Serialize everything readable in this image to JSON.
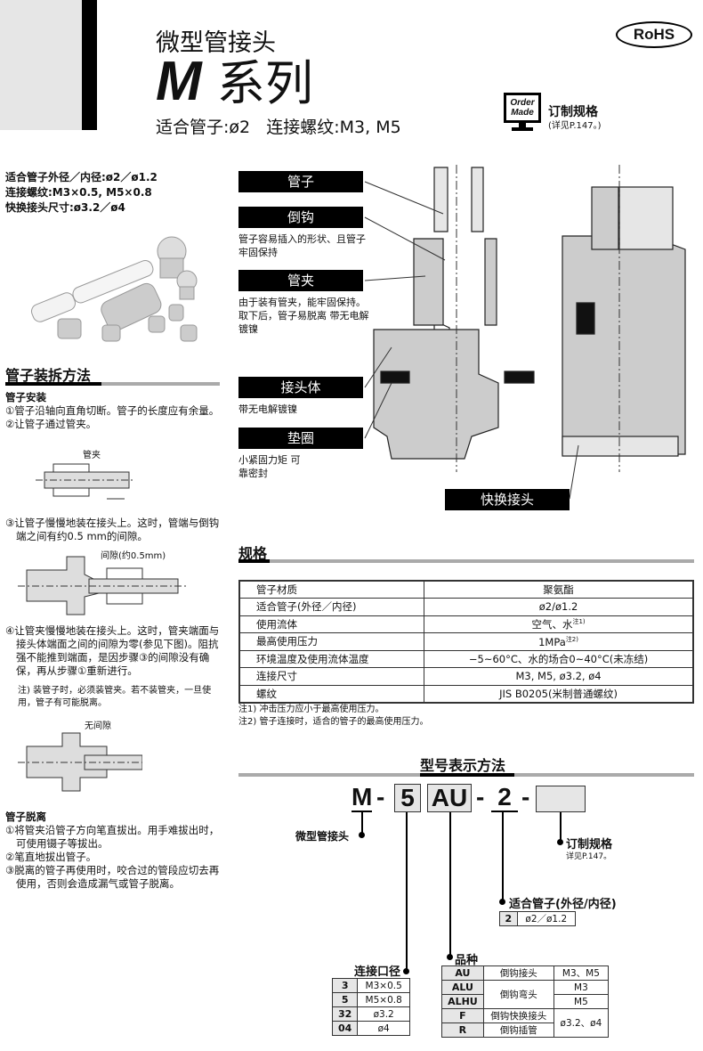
{
  "header": {
    "category": "微型管接头",
    "series_letter": "M",
    "series_word": "系列",
    "subtitle_tube": "适合管子:ø2",
    "subtitle_thread": "连接螺纹:M3, M5",
    "rohs": "RoHS",
    "order_made_logo": "Order Made",
    "order_made_label": "订制规格",
    "order_made_ref": "(详见P.147。)"
  },
  "summary": [
    "适合管子外径／内径:ø2／ø1.2",
    "连接螺纹:M3×0.5, M5×0.8",
    "快换接头尺寸:ø3.2／ø4"
  ],
  "install": {
    "title": "管子装拆方法",
    "mount_heading": "管子安装",
    "steps": [
      "①管子沿轴向直角切断。管子的长度应有余量。",
      "②让管子通过管夹。",
      "③让管子慢慢地装在接头上。这时，管端与倒钩端之间有约0.5 mm的间隙。",
      "④让管夹慢慢地装在接头上。这时，管夹端面与接头体端面之间的间隙为零(参见下图)。阻抗强不能推到端面，是因步骤③的间隙没有确保，再从步骤①重新进行。"
    ],
    "note": "注) 装管子时，必须装管夹。若不装管夹，一旦使用，管子有可能脱离。",
    "fig1_label": "管夹",
    "fig2_label": "间隙(约0.5mm)",
    "fig3_label": "无间隙",
    "remove_heading": "管子脱离",
    "remove_steps": [
      "①将管夹沿管子方向笔直拔出。用手难拔出时，可使用镊子等拔出。",
      "②笔直地拔出管子。",
      "③脱离的管子再使用时，咬合过的管段应切去再使用，否则会造成漏气或管子脱离。"
    ]
  },
  "diagram": {
    "labels": [
      {
        "name": "管子",
        "desc": ""
      },
      {
        "name": "倒钩",
        "desc": "管子容易插入的形状、且管子牢固保持"
      },
      {
        "name": "管夹",
        "desc": "由于装有管夹，能牢固保持。取下后，管子易脱离 带无电解镀镍"
      },
      {
        "name": "接头体",
        "desc": "带无电解镀镍"
      },
      {
        "name": "垫圈",
        "desc": "小紧固力矩 可靠密封"
      }
    ],
    "quick": "快换接头"
  },
  "specs": {
    "title": "规格",
    "rows": [
      [
        "管子材质",
        "聚氨酯",
        ""
      ],
      [
        "适合管子(外径／内径)",
        "ø2/ø1.2",
        ""
      ],
      [
        "使用流体",
        "空气、水",
        "注1)"
      ],
      [
        "最高使用压力",
        "1MPa",
        "注2)"
      ],
      [
        "环境温度及使用流体温度",
        "−5~60°C、水的场合0~40°C(未冻结)",
        ""
      ],
      [
        "连接尺寸",
        "M3, M5, ø3.2, ø4",
        ""
      ],
      [
        "螺纹",
        "JIS B0205(米制普通螺纹)",
        ""
      ]
    ],
    "notes": [
      "注1) 冲击压力应小于最高使用压力。",
      "注2) 管子连接时，适合的管子的最高使用压力。"
    ]
  },
  "ordering": {
    "title": "型号表示方法",
    "code": [
      "M",
      "-",
      "5",
      "AU",
      "-",
      "2",
      "-"
    ],
    "m_label": "微型管接头",
    "order_label": "订制规格",
    "order_ref": "详见P.147。",
    "tube_label": "适合管子(外径/内径)",
    "tube_rows": [
      [
        "2",
        "ø2／ø1.2"
      ]
    ],
    "port_label": "连接口径",
    "port_rows": [
      [
        "3",
        "M3×0.5"
      ],
      [
        "5",
        "M5×0.8"
      ],
      [
        "32",
        "ø3.2"
      ],
      [
        "04",
        "ø4"
      ]
    ],
    "type_label": "品种",
    "type_rows": [
      [
        "AU",
        "倒钩接头",
        "M3、M5"
      ],
      [
        "ALU",
        "倒钩弯头",
        "M3"
      ],
      [
        "ALHU",
        "",
        "M5"
      ],
      [
        "F",
        "倒钩快换接头",
        "ø3.2、ø4"
      ],
      [
        "R",
        "倒钩插管",
        ""
      ]
    ]
  }
}
